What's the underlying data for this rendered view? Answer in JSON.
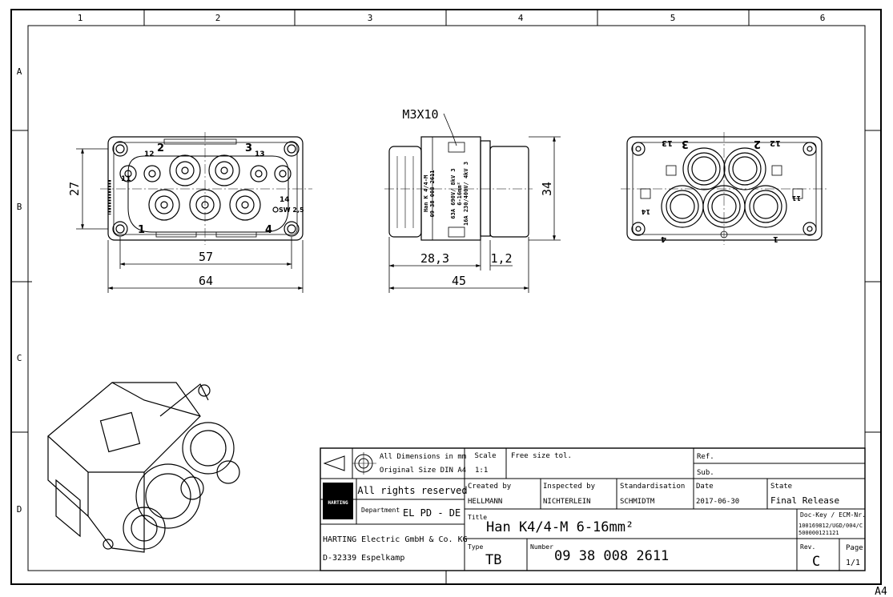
{
  "sheet": {
    "zones_top": [
      "1",
      "2",
      "3",
      "4",
      "5",
      "6"
    ],
    "zones_side": [
      "A",
      "B",
      "C",
      "D"
    ],
    "format": "A4"
  },
  "dimensions": {
    "height_front": "27",
    "width_inner": "57",
    "width_outer": "64",
    "depth_a": "28,3",
    "depth_b": "1,2",
    "depth_total": "45",
    "height_side": "34",
    "screw": "M3X10"
  },
  "front_labels": {
    "p1": "1",
    "p2": "2",
    "p3": "3",
    "p4": "4",
    "p11": "11",
    "p12": "12",
    "p13": "13",
    "p14": "14",
    "sw": "SW 2,5"
  },
  "rear_labels": {
    "p1": "1",
    "p2": "2",
    "p3": "3",
    "p4": "4",
    "p11": "11",
    "p12": "12",
    "p13": "13",
    "p14": "14"
  },
  "side_print": [
    "Han K 4/4-M",
    "09 38 008 2611",
    "63A 690V/ 8kV 3",
    "6-16mm²",
    "16A 230/400V/ 4kV 3"
  ],
  "title_block": {
    "dimensions_note_1": "All Dimensions in mm",
    "dimensions_note_2": "Original Size DIN A4",
    "scale_label": "Scale",
    "scale_value": "1:1",
    "tolerance": "Free size tol.",
    "ref_label": "Ref.",
    "sub_label": "Sub.",
    "rights": "All rights reserved",
    "logo_text": "HARTING",
    "department_label": "Department",
    "department_value": "EL PD - DE",
    "created_label": "Created by",
    "created_value": "HELLMANN",
    "inspected_label": "Inspected by",
    "inspected_value": "NICHTERLEIN",
    "standard_label": "Standardisation",
    "standard_value": "SCHMIDTM",
    "date_label": "Date",
    "date_value": "2017-06-30",
    "state_label": "State",
    "state_value": "Final Release",
    "title_label": "Title",
    "title_value": "Han K4/4-M 6-16mm²",
    "dockey_label": "Doc-Key / ECM-Nr.",
    "dockey_value_1": "100169812/UGD/004/C",
    "dockey_value_2": "500000121121",
    "company_1": "HARTING Electric GmbH & Co. KG",
    "company_2": "D-32339 Espelkamp",
    "type_label": "Type",
    "type_value": "TB",
    "number_label": "Number",
    "number_value": "09 38 008 2611",
    "rev_label": "Rev.",
    "rev_value": "C",
    "page_label": "Page",
    "page_value": "1/1"
  }
}
